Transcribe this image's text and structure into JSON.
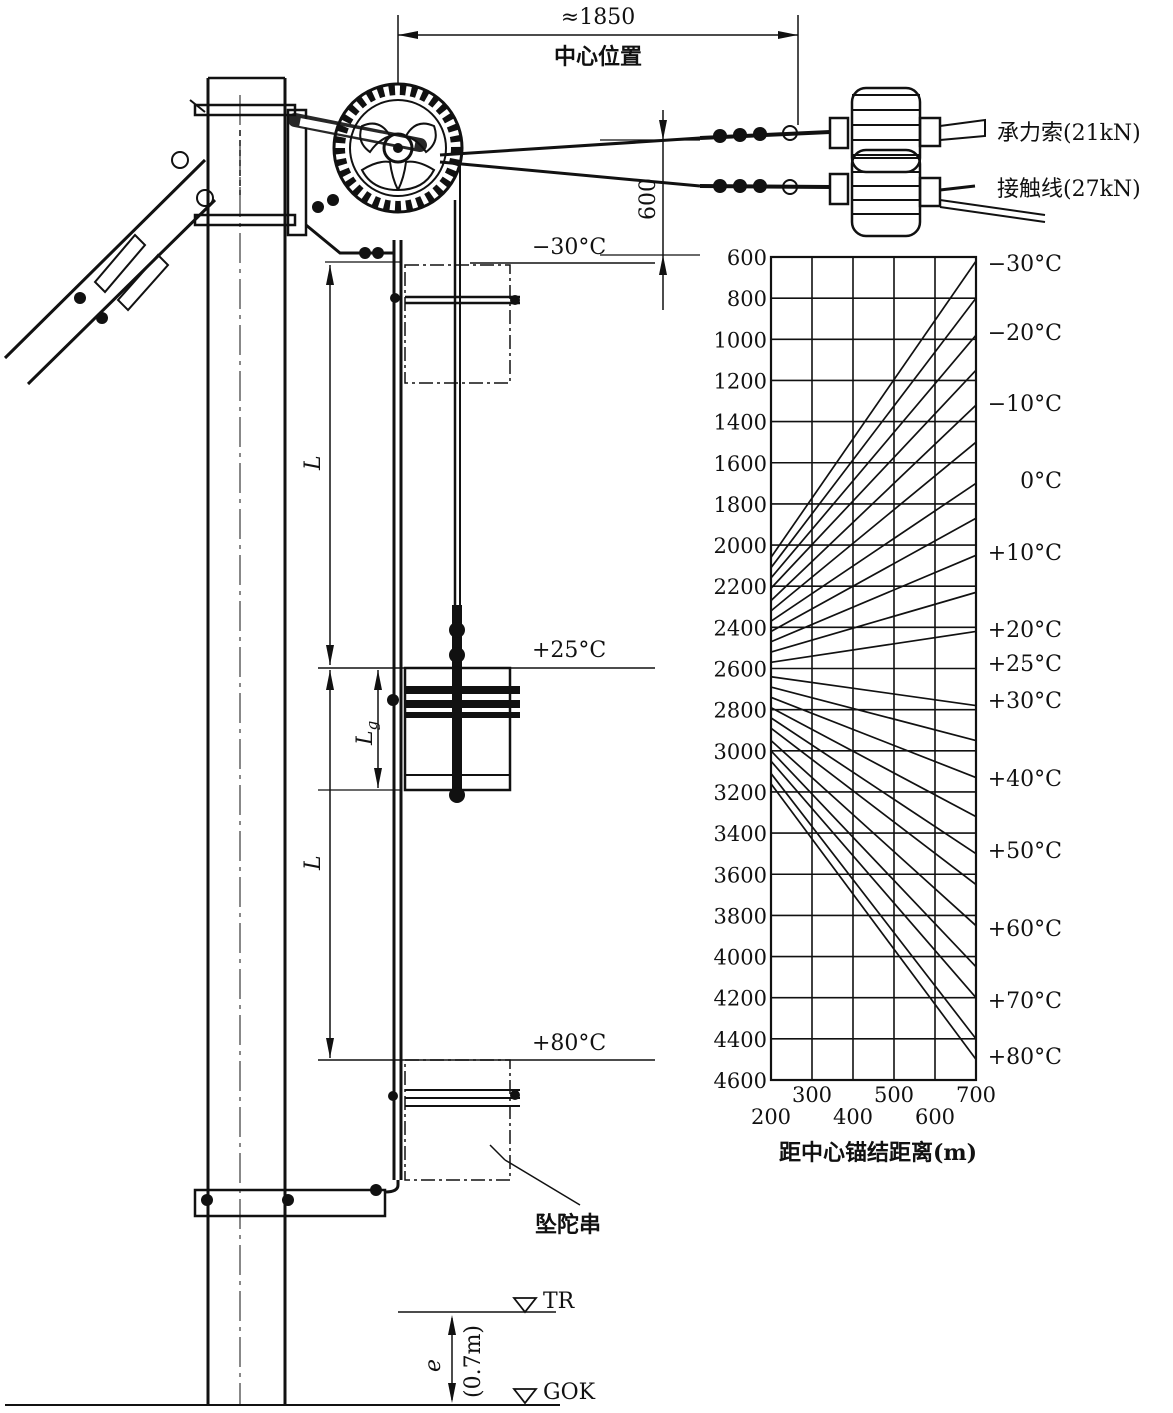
{
  "dimensions": {
    "top_span": "≈1850",
    "center_position": "中心位置",
    "vertical_offset": "600",
    "L_upper": "L",
    "L_lower": "L",
    "Lg": "L",
    "Lg_sub": "g",
    "e_label": "e",
    "e_value": "(0.7m)"
  },
  "wires": {
    "messenger": "承力索(21kN)",
    "contact": "接触线(27kN)"
  },
  "weight_positions": {
    "cold": "−30°C",
    "mid": "+25°C",
    "hot": "+80°C"
  },
  "weight_stack_label": "坠陀串",
  "levels": {
    "rail": "TR",
    "ground": "GOK"
  },
  "chart_data": {
    "type": "line",
    "xlabel": "距中心锚结距离(m)",
    "x_ticks_upper": [
      "300",
      "500",
      "700"
    ],
    "x_ticks_lower": [
      "200",
      "400",
      "600"
    ],
    "xlim": [
      200,
      700
    ],
    "y_ticks": [
      "600",
      "800",
      "1000",
      "1200",
      "1400",
      "1600",
      "1800",
      "2000",
      "2200",
      "2400",
      "2600",
      "2800",
      "3000",
      "3200",
      "3400",
      "3600",
      "3800",
      "4000",
      "4200",
      "4400",
      "4600"
    ],
    "ylim": [
      600,
      4600
    ],
    "y_inverted": true,
    "grid": true,
    "temperature_labels": [
      "−30°C",
      "−20°C",
      "−10°C",
      "0°C",
      "+10°C",
      "+20°C",
      "+25°C",
      "+30°C",
      "+40°C",
      "+50°C",
      "+60°C",
      "+70°C",
      "+80°C"
    ],
    "lines": [
      {
        "temp": -30,
        "y_at_200": 2060,
        "y_at_700": 620
      },
      {
        "temp": -25,
        "y_at_200": 2110,
        "y_at_700": 800
      },
      {
        "temp": -20,
        "y_at_200": 2160,
        "y_at_700": 980
      },
      {
        "temp": -15,
        "y_at_200": 2210,
        "y_at_700": 1150
      },
      {
        "temp": -10,
        "y_at_200": 2270,
        "y_at_700": 1320
      },
      {
        "temp": -5,
        "y_at_200": 2320,
        "y_at_700": 1500
      },
      {
        "temp": 0,
        "y_at_200": 2370,
        "y_at_700": 1700
      },
      {
        "temp": 5,
        "y_at_200": 2420,
        "y_at_700": 1870
      },
      {
        "temp": 10,
        "y_at_200": 2470,
        "y_at_700": 2050
      },
      {
        "temp": 15,
        "y_at_200": 2520,
        "y_at_700": 2230
      },
      {
        "temp": 20,
        "y_at_200": 2570,
        "y_at_700": 2420
      },
      {
        "temp": 30,
        "y_at_200": 2640,
        "y_at_700": 2780
      },
      {
        "temp": 35,
        "y_at_200": 2690,
        "y_at_700": 2950
      },
      {
        "temp": 40,
        "y_at_200": 2740,
        "y_at_700": 3130
      },
      {
        "temp": 45,
        "y_at_200": 2790,
        "y_at_700": 3320
      },
      {
        "temp": 50,
        "y_at_200": 2840,
        "y_at_700": 3500
      },
      {
        "temp": 55,
        "y_at_200": 2890,
        "y_at_700": 3650
      },
      {
        "temp": 60,
        "y_at_200": 2950,
        "y_at_700": 3850
      },
      {
        "temp": 65,
        "y_at_200": 3000,
        "y_at_700": 4050
      },
      {
        "temp": 70,
        "y_at_200": 3050,
        "y_at_700": 4200
      },
      {
        "temp": 75,
        "y_at_200": 3110,
        "y_at_700": 4400
      },
      {
        "temp": 80,
        "y_at_200": 3160,
        "y_at_700": 4500
      }
    ]
  }
}
